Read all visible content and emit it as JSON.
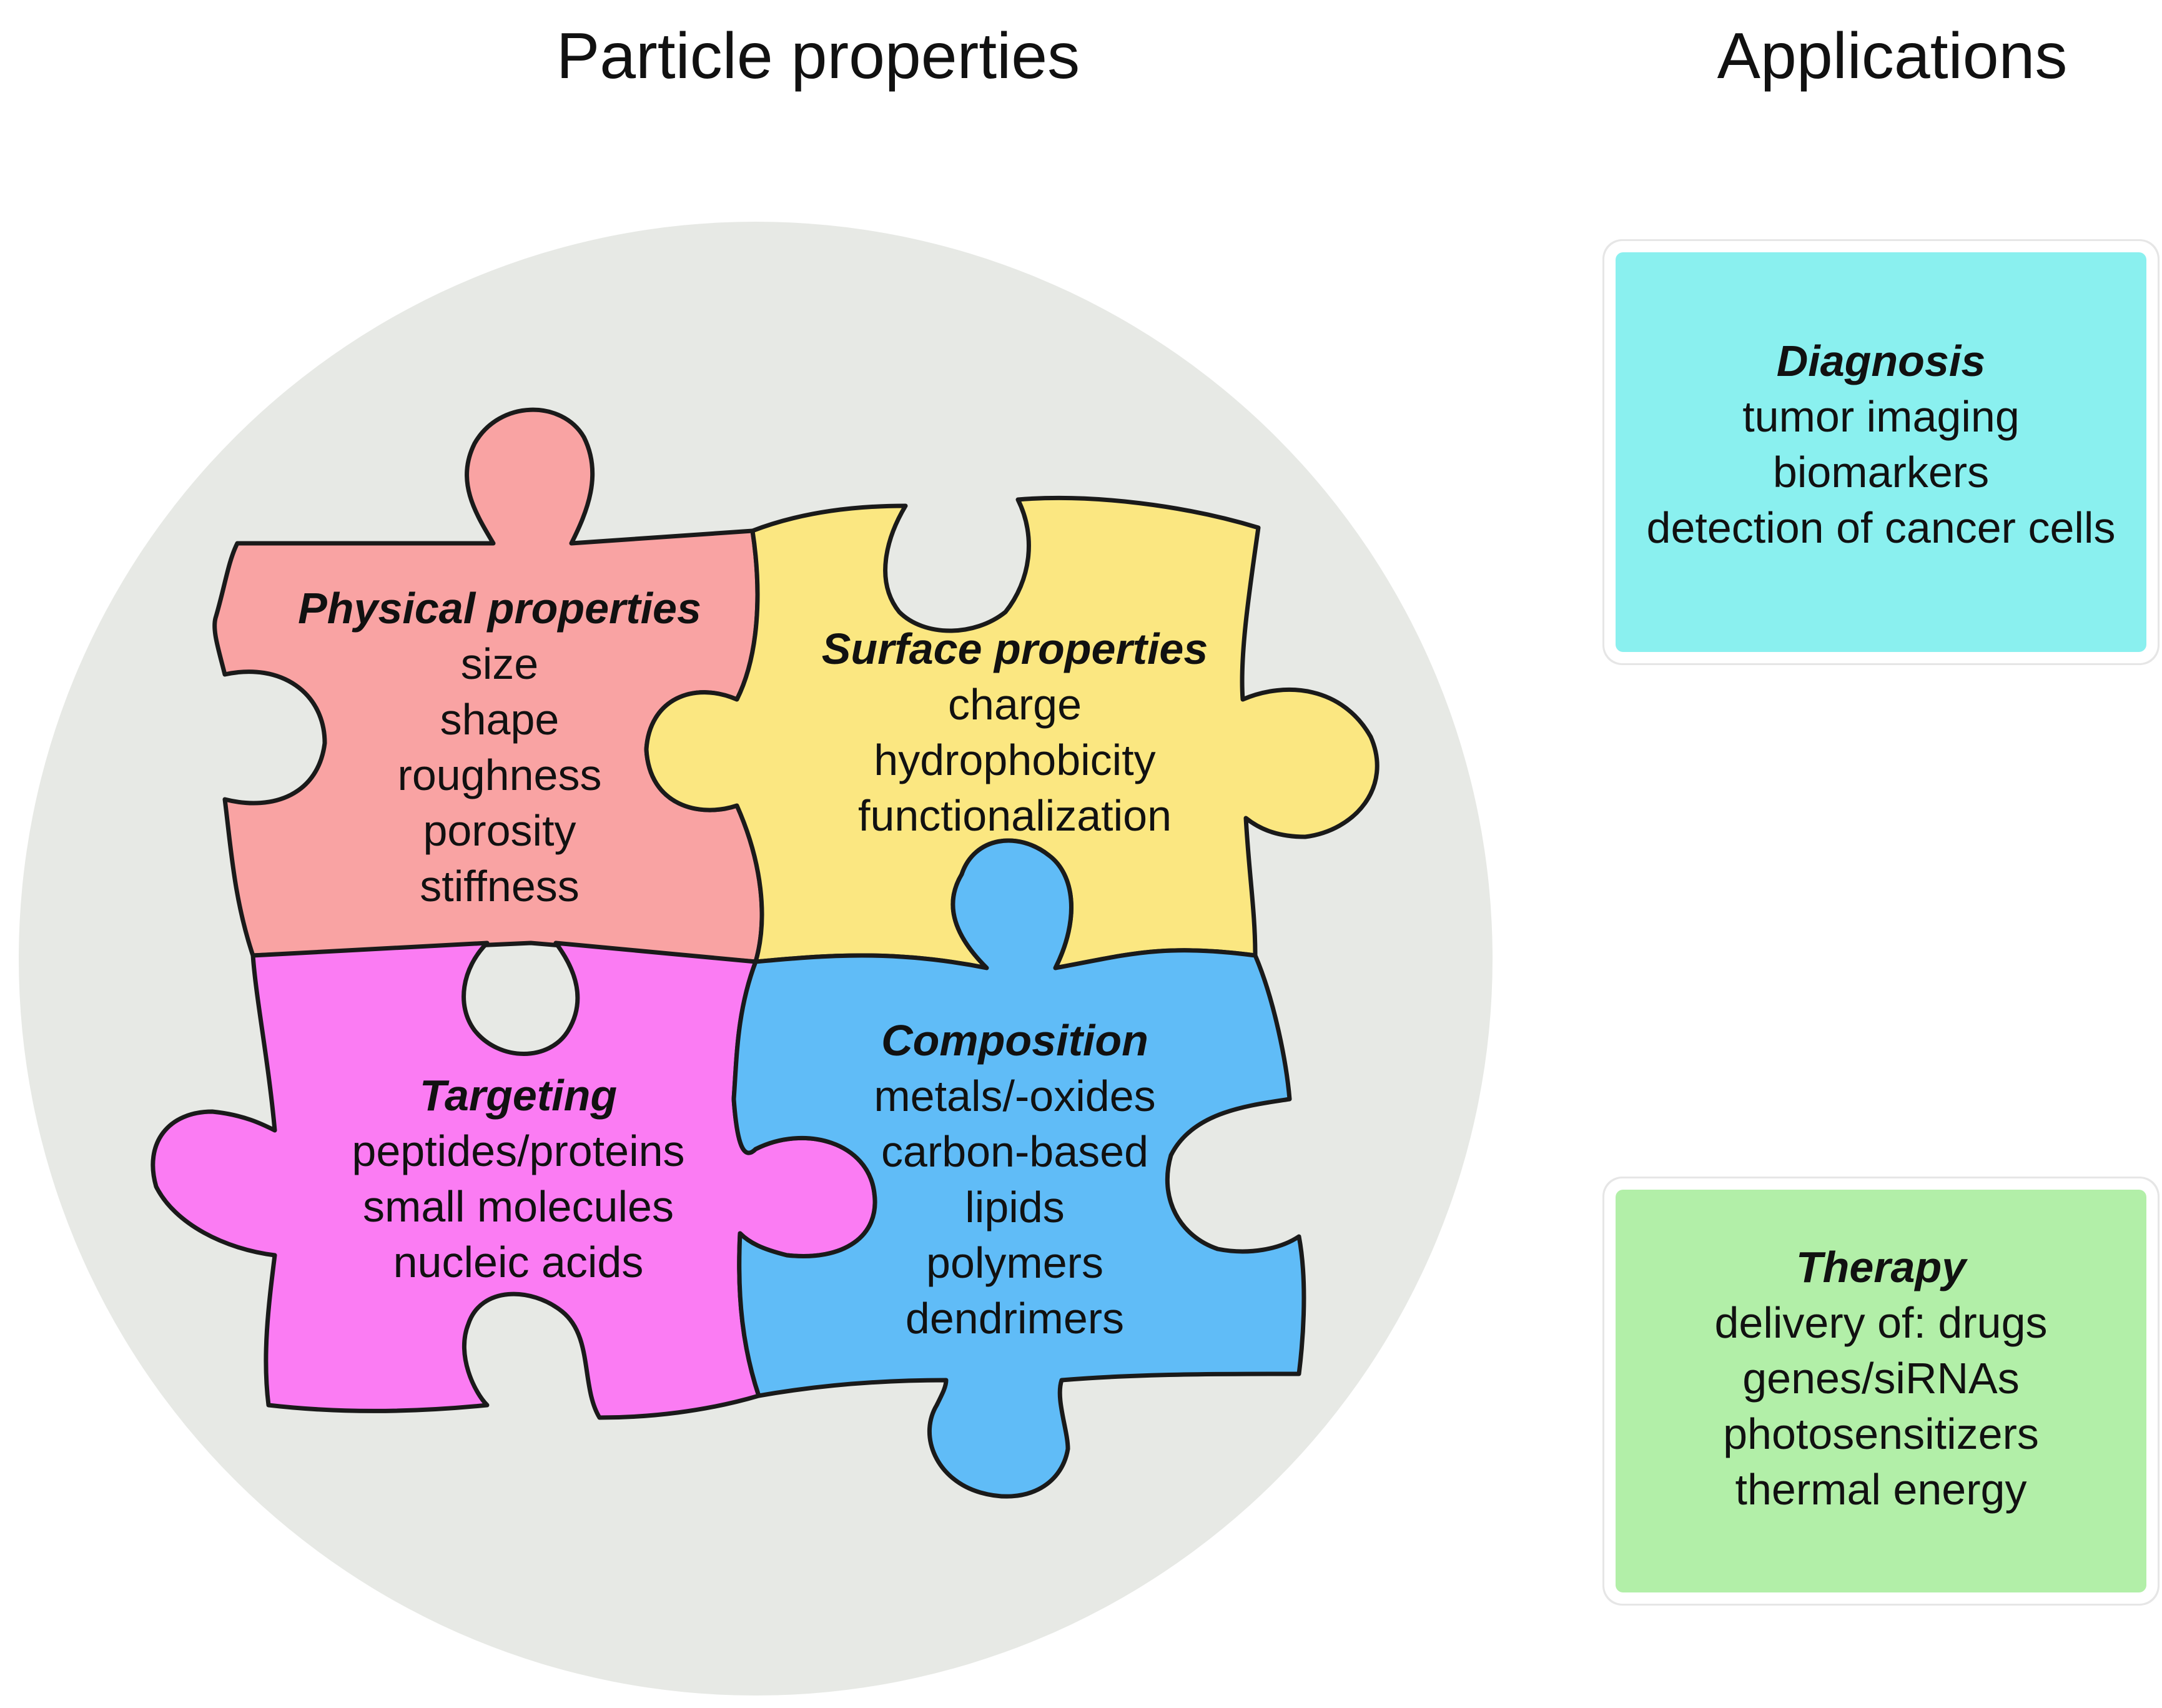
{
  "headings": {
    "left": "Particle properties",
    "right": "Applications"
  },
  "pieces": {
    "physical": {
      "title": "Physical properties",
      "items": [
        "size",
        "shape",
        "roughness",
        "porosity",
        "stiffness"
      ],
      "color": "#f9a3a3"
    },
    "surface": {
      "title": "Surface properties",
      "items": [
        "charge",
        "hydrophobicity",
        "functionalization"
      ],
      "color": "#fbe781"
    },
    "targeting": {
      "title": "Targeting",
      "items": [
        "peptides/proteins",
        "small molecules",
        "nucleic acids"
      ],
      "color": "#fb7cf3"
    },
    "composition": {
      "title": "Composition",
      "items": [
        "metals/-oxides",
        "carbon-based",
        "lipids",
        "polymers",
        "dendrimers"
      ],
      "color": "#60bcf7"
    }
  },
  "applications": {
    "diagnosis": {
      "title": "Diagnosis",
      "items": [
        "tumor imaging",
        "biomarkers",
        "detection of cancer cells"
      ],
      "color": "#8af0ef"
    },
    "therapy": {
      "title": "Therapy",
      "items": [
        "delivery of: drugs",
        "genes/siRNAs",
        "photosensitizers",
        "thermal energy"
      ],
      "color": "#b2efa8"
    }
  },
  "colors": {
    "circle_fill": "#e7e9e5",
    "outline": "#1a1a1a"
  }
}
